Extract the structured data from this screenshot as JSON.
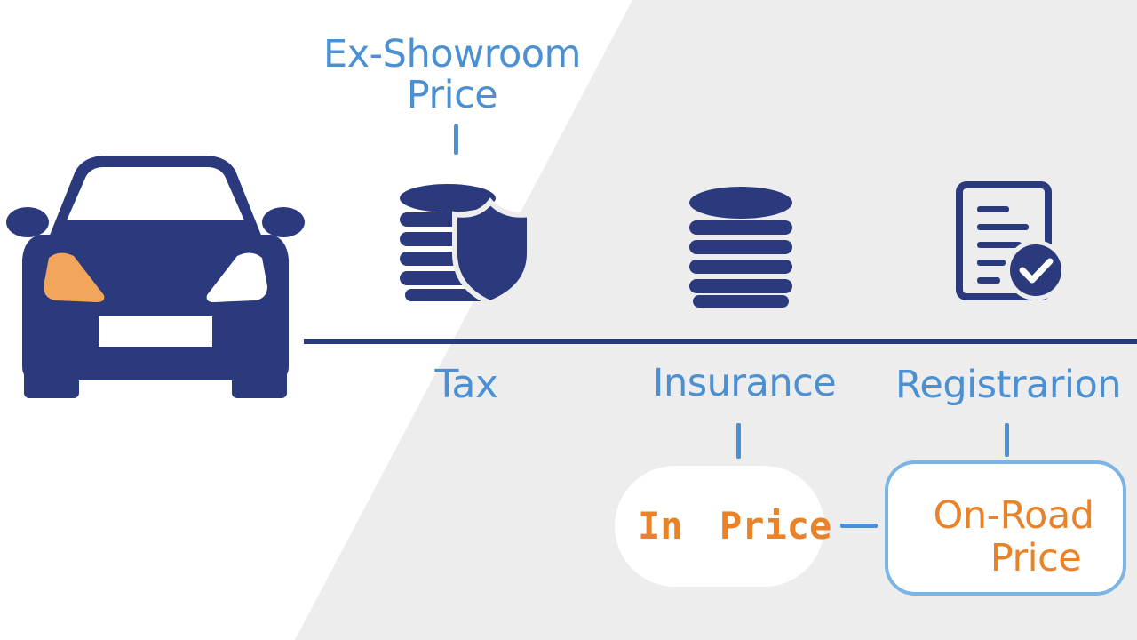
{
  "colors": {
    "navy": "#2b3a7d",
    "accent_blue": "#4a90d2",
    "orange": "#e8832a",
    "headlight_orange": "#f2a65c",
    "background_light": "#ededee",
    "background_white": "#ffffff"
  },
  "diagram": {
    "top_label": {
      "line1": "Ex-Showroom",
      "line2": "Price"
    },
    "timeline_labels": {
      "tax": "Tax",
      "insurance": "Insurance",
      "registration": "Registrarion"
    },
    "result_boxes": {
      "left": {
        "word1": "In",
        "word2": "Price"
      },
      "right": {
        "line1": "On-Road",
        "line2": "Price"
      }
    },
    "icons": {
      "car": "car-front-icon",
      "tax": "coins-shield-icon",
      "insurance": "coin-stack-icon",
      "registration": "document-check-icon"
    }
  }
}
